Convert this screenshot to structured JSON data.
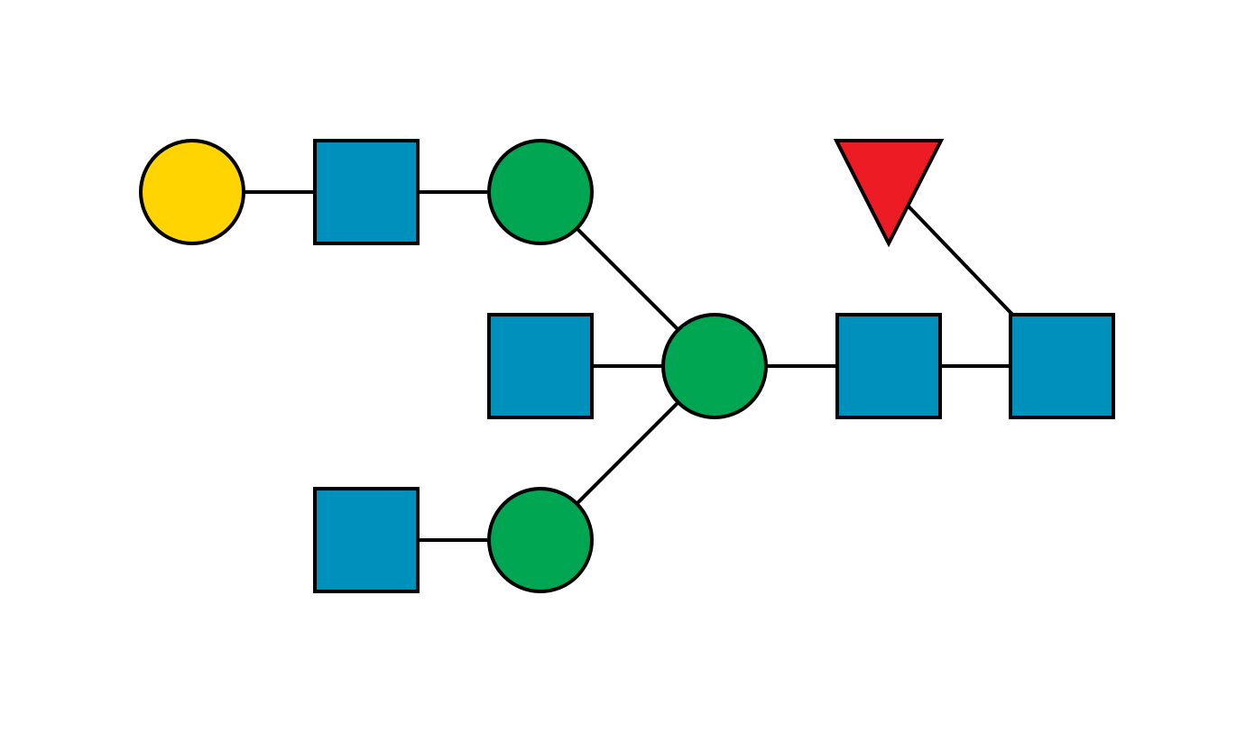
{
  "colors": {
    "background": "#ffffff",
    "outline": "#000000",
    "galactose": "#ffd400",
    "mannose": "#00a651",
    "glcnac": "#0090bc",
    "fucose": "#ed1c24"
  },
  "residues": [
    {
      "id": "gal-1",
      "shape": "circle",
      "monosaccharide": "galactose"
    },
    {
      "id": "glcnac-1",
      "shape": "square",
      "monosaccharide": "glcnac"
    },
    {
      "id": "man-1",
      "shape": "circle",
      "monosaccharide": "mannose"
    },
    {
      "id": "fuc-1",
      "shape": "triangle",
      "monosaccharide": "fucose"
    },
    {
      "id": "glcnac-bisect",
      "shape": "square",
      "monosaccharide": "glcnac"
    },
    {
      "id": "man-core",
      "shape": "circle",
      "monosaccharide": "mannose"
    },
    {
      "id": "glcnac-core-2",
      "shape": "square",
      "monosaccharide": "glcnac"
    },
    {
      "id": "glcnac-core-1",
      "shape": "square",
      "monosaccharide": "glcnac"
    },
    {
      "id": "glcnac-2",
      "shape": "square",
      "monosaccharide": "glcnac"
    },
    {
      "id": "man-2",
      "shape": "circle",
      "monosaccharide": "mannose"
    }
  ],
  "linkages": [
    {
      "from": "gal-1",
      "to": "glcnac-1"
    },
    {
      "from": "glcnac-1",
      "to": "man-1"
    },
    {
      "from": "man-1",
      "to": "man-core"
    },
    {
      "from": "glcnac-bisect",
      "to": "man-core"
    },
    {
      "from": "man-2",
      "to": "man-core"
    },
    {
      "from": "glcnac-2",
      "to": "man-2"
    },
    {
      "from": "man-core",
      "to": "glcnac-core-2"
    },
    {
      "from": "glcnac-core-2",
      "to": "glcnac-core-1"
    },
    {
      "from": "fuc-1",
      "to": "glcnac-core-1"
    }
  ]
}
